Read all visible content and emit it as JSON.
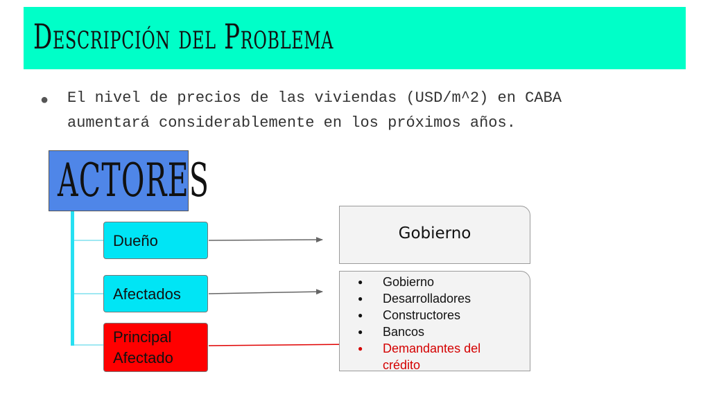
{
  "title": "Descripción del Problema",
  "intro": {
    "bullet": "●",
    "line1": "El nivel de precios de las viviendas (USD/m^2) en CABA",
    "line2": "aumentará considerablemente en los próximos años."
  },
  "diagram": {
    "root_label": "ACTORES",
    "actors": [
      {
        "label": "Dueño",
        "color": "#00e5f5"
      },
      {
        "label": "Afectados",
        "color": "#00e5f5"
      },
      {
        "line1": "Principal",
        "line2": "Afectado",
        "color": "#ff0000"
      }
    ],
    "targets": {
      "owner_card": "Gobierno",
      "affected_list": [
        "Gobierno",
        "Desarrolladores",
        "Constructores",
        "Bancos"
      ],
      "principal_item": {
        "line1": "Demandantes del",
        "line2": "crédito",
        "color": "#d40000"
      }
    },
    "arrow_colors": {
      "default": "#666666",
      "principal": "#e00000"
    }
  }
}
